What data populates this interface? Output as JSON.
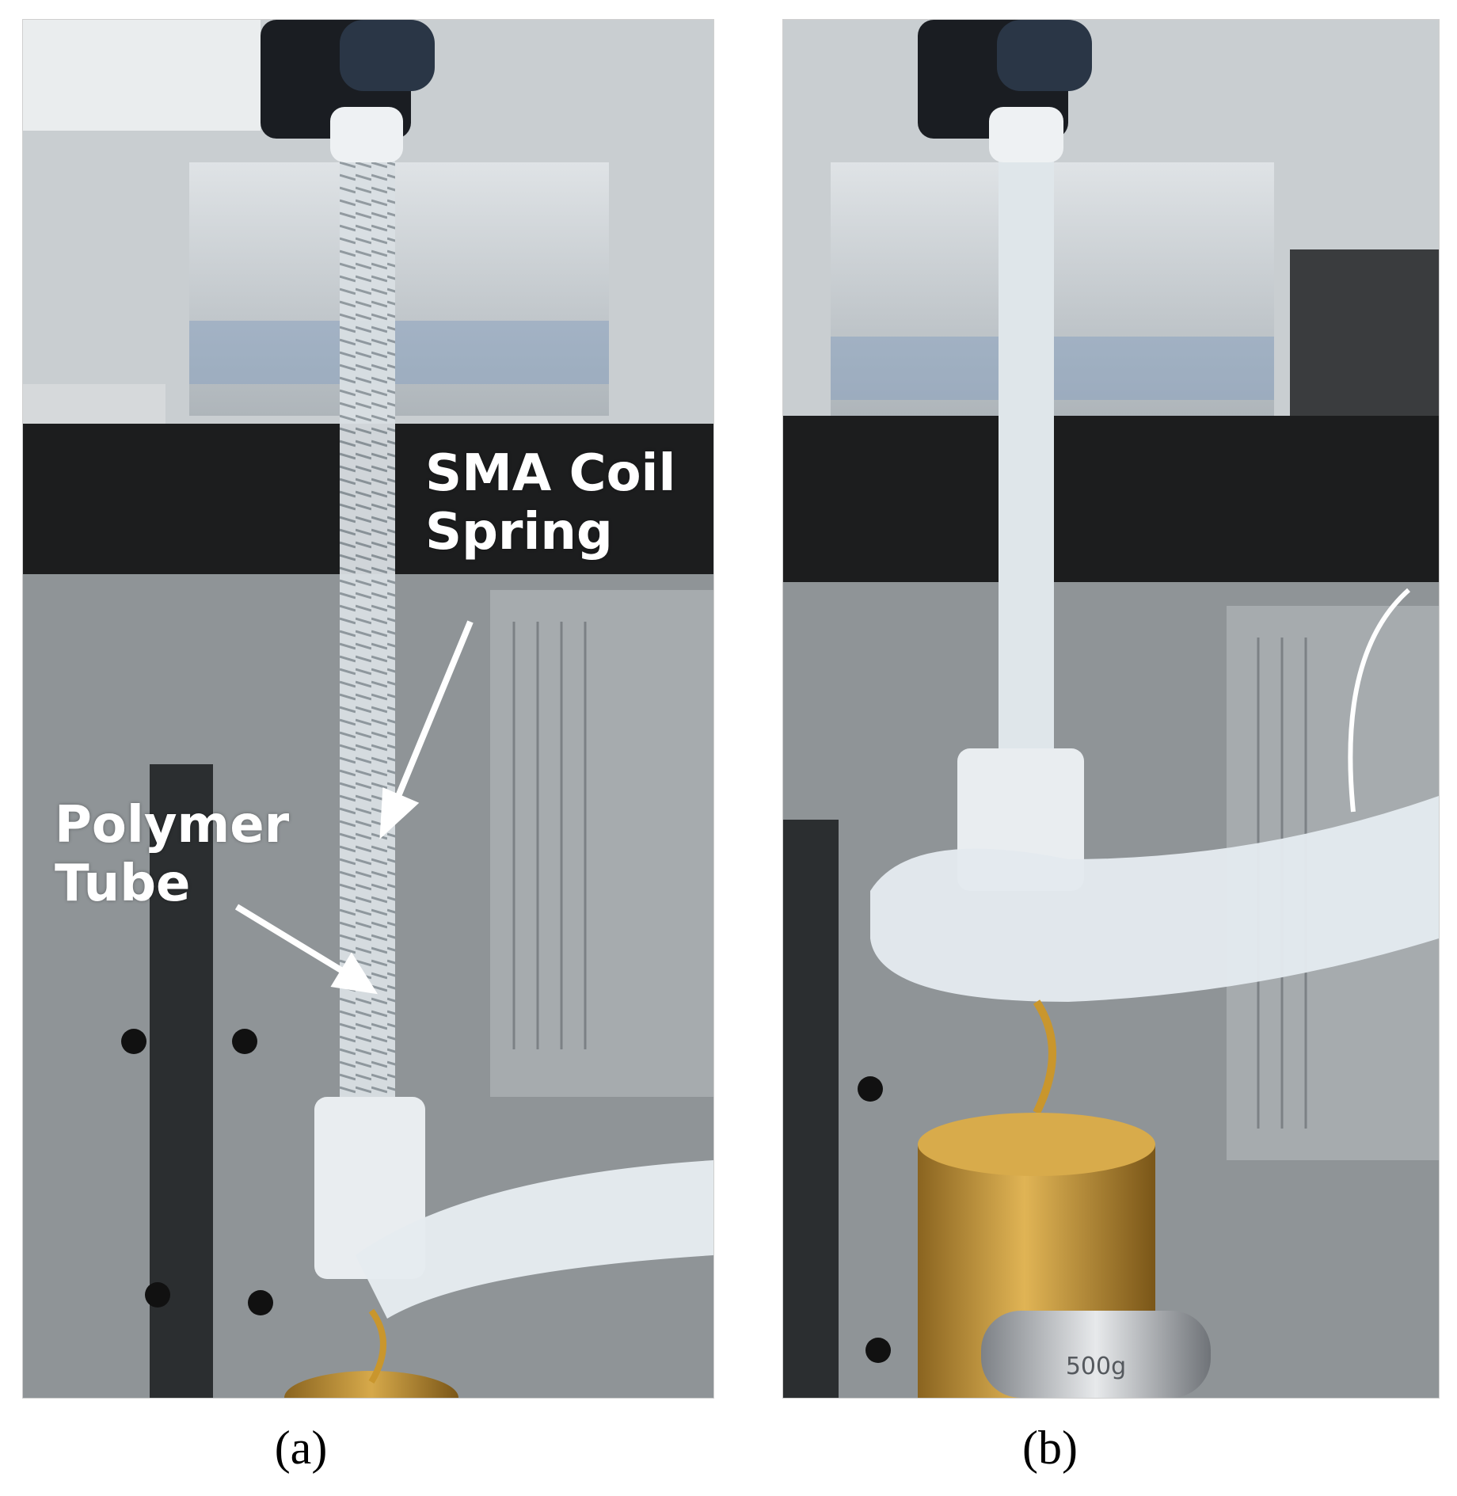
{
  "panels": [
    {
      "id": "a",
      "caption": "(a)",
      "annotations": {
        "sma_line1": "SMA Coil",
        "sma_line2": "Spring",
        "polymer_line1": "Polymer",
        "polymer_line2": "Tube"
      }
    },
    {
      "id": "b",
      "caption": "(b)",
      "weight_stamp": "500g"
    }
  ],
  "colors": {
    "background": "#ffffff",
    "label_text": "#ffffff",
    "brass_weight": "#c89a3a",
    "steel_weight": "#b9bcc0",
    "translucent_tube": "#e8eef2",
    "bench_dark": "#1c1d1e"
  }
}
